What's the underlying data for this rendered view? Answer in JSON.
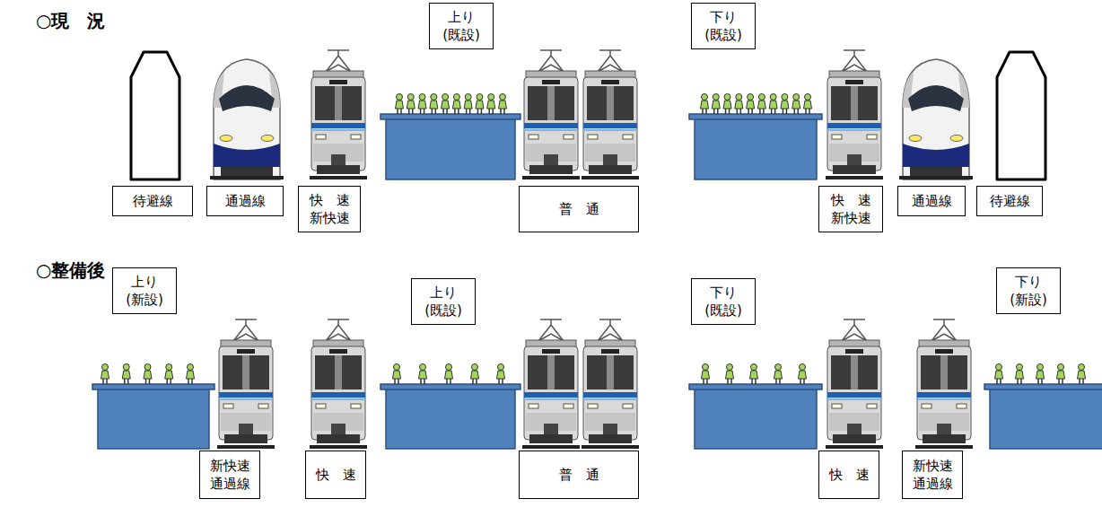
{
  "diagram": {
    "nodes": [
      {
        "text": [
          "上り (既設)"
        ]
      },
      {
        "text": [
          "下り (既設)"
        ]
      },
      {
        "text": [
          "待避線"
        ]
      },
      {
        "text": [
          "通過線"
        ]
      },
      {
        "text": [
          "快　速 新快速"
        ]
      },
      {
        "text": [
          "普　通"
        ]
      },
      {
        "text": [
          "快　速 新快速"
        ]
      },
      {
        "text": [
          "通過線"
        ]
      },
      {
        "text": [
          "待避線"
        ]
      },
      {
        "text": [
          "上り (新設)"
        ]
      },
      {
        "text": [
          "上り (既設)"
        ]
      },
      {
        "text": [
          "下り (既設)"
        ]
      },
      {
        "text": [
          "下り (新設)"
        ]
      },
      {
        "text": [
          "新快速 通過線"
        ]
      },
      {
        "text": [
          "快　速"
        ]
      },
      {
        "text": [
          "普　通"
        ]
      },
      {
        "text": [
          "快　速"
        ]
      },
      {
        "text": [
          "新快速 通過線"
        ]
      }
    ],
    "labels": [
      "○現　況",
      "○整備後"
    ]
  }
}
